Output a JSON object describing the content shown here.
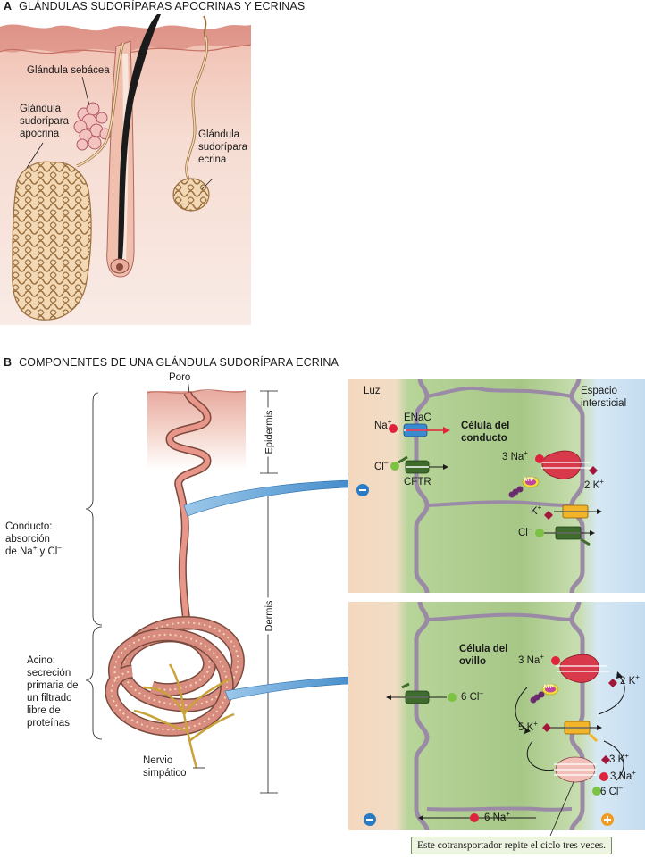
{
  "panel_a": {
    "letter": "A",
    "title": "GLÁNDULAS SUDORÍPARAS APOCRINAS Y ECRINAS",
    "labels": {
      "sebaceous": "Glándula sebácea",
      "apocrine_1": "Glándula",
      "apocrine_2": "sudorípara",
      "apocrine_3": "apocrina",
      "eccrine_1": "Glándula",
      "eccrine_2": "sudorípara",
      "eccrine_3": "ecrina"
    }
  },
  "panel_b": {
    "letter": "B",
    "title": "COMPONENTES DE UNA GLÁNDULA SUDORÍPARA ECRINA",
    "left": {
      "pore": "Poro",
      "epidermis": "Epidermis",
      "dermis": "Dermis",
      "duct_1": "Conducto:",
      "duct_2": "absorción",
      "duct_3": "de Na",
      "duct_3_sup": "+",
      "duct_3_mid": " y Cl",
      "duct_3_sup2": "–",
      "acinus_1": "Acino:",
      "acinus_2": "secreción",
      "acinus_3": "primaria de",
      "acinus_4": "un filtrado",
      "acinus_5": "libre de",
      "acinus_6": "proteínas",
      "nerve_1": "Nervio",
      "nerve_2": "simpático"
    },
    "duct_cell": {
      "lumen": "Luz",
      "interstitial_1": "Espacio",
      "interstitial_2": "intersticial",
      "cell_1": "Célula del",
      "cell_2": "conducto",
      "na": "Na",
      "enac": "ENaC",
      "cl": "Cl",
      "cftr": "CFTR",
      "na3": "3 Na",
      "k2": "2 K",
      "k": "K",
      "cl2": "Cl",
      "atp": "ATP"
    },
    "coil_cell": {
      "cell_1": "Célula del",
      "cell_2": "ovillo",
      "na3": "3 Na",
      "k2": "2 K",
      "cl6": "6 Cl",
      "k5": "5 K",
      "k3": "3 K",
      "na3b": "3 Na",
      "cl6b": "6 Cl",
      "na6": "6 Na",
      "atp": "ATP",
      "callout": "Este cotransportador repite el ciclo tres veces."
    },
    "colors": {
      "lumen_bg": "#f5dcc4",
      "cell_bg": "#a9c98a",
      "interstitial_bg": "#cfe3f3",
      "membrane": "#9a8aa6",
      "na_dot": "#e0233c",
      "k_diamond": "#a0173a",
      "cl_dot": "#7cc243",
      "arrow_blue": "#4a94cf"
    }
  }
}
